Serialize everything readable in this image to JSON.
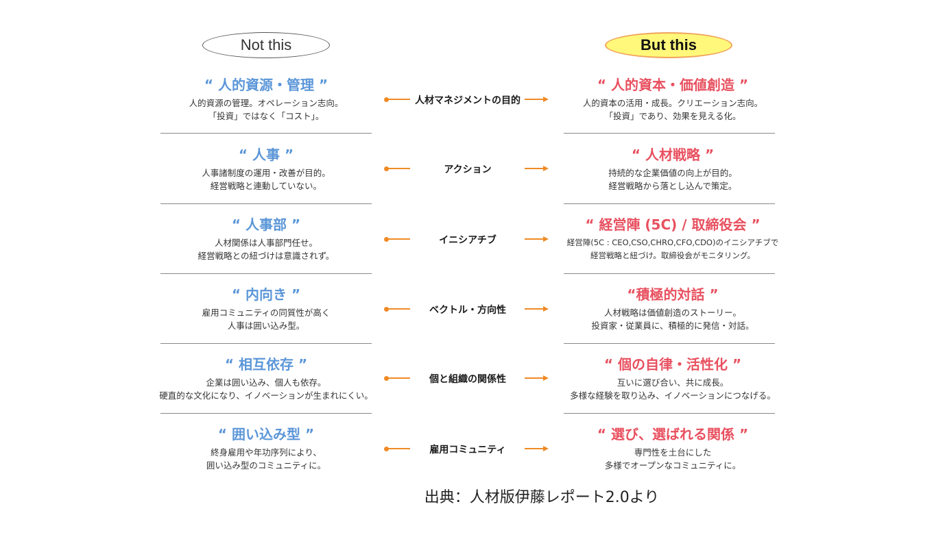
{
  "headers": {
    "left": "Not this",
    "right": "But this"
  },
  "rows": [
    {
      "left_title": "“ 人的資源・管理 ”",
      "left_desc": [
        "人的資源の管理。オペレーション志向。",
        "「投資」ではなく「コスト」。"
      ],
      "label": "人材マネジメントの目的",
      "right_title": "“ 人的資本・価値創造 ”",
      "right_desc": [
        "人的資本の活用・成長。クリエーション志向。",
        "「投資」であり、効果を見える化。"
      ]
    },
    {
      "left_title": "“ 人事 ”",
      "left_desc": [
        "人事諸制度の運用・改善が目的。",
        "経営戦略と連動していない。"
      ],
      "label": "アクション",
      "right_title": "“ 人材戦略 ”",
      "right_desc": [
        "持続的な企業価値の向上が目的。",
        "経営戦略から落とし込んで策定。"
      ]
    },
    {
      "left_title": "“ 人事部 ”",
      "left_desc": [
        "人材関係は人事部門任せ。",
        "経営戦略との紐づけは意識されず。"
      ],
      "label": "イニシアチブ",
      "right_title": "“ 経営陣 (5C) / 取締役会 ”",
      "right_desc": [
        "経営陣(5C : CEO,CSO,CHRO,CFO,CDO)のイニシアチブで",
        "経営戦略と紐づけ。取締役会がモニタリング。"
      ]
    },
    {
      "left_title": "“ 内向き ”",
      "left_desc": [
        "雇用コミュニティの同質性が高く",
        "人事は囲い込み型。"
      ],
      "label": "ベクトル・方向性",
      "right_title": "“積極的対話 ”",
      "right_desc": [
        "人材戦略は価値創造のストーリー。",
        "投資家・従業員に、積極的に発信・対話。"
      ]
    },
    {
      "left_title": "“ 相互依存 ”",
      "left_desc": [
        "企業は囲い込み、個人も依存。",
        "硬直的な文化になり、イノベーションが生まれにくい。"
      ],
      "label": "個と組織の関係性",
      "right_title": "“ 個の自律・活性化 ”",
      "right_desc": [
        "互いに選び合い、共に成長。",
        "多様な経験を取り込み、イノベーションにつなげる。"
      ]
    },
    {
      "left_title": "“ 囲い込み型 ”",
      "left_desc": [
        "終身雇用や年功序列により、",
        "囲い込み型のコミュニティに。"
      ],
      "label": "雇用コミュニティ",
      "right_title": "“ 選び、選ばれる関係 ”",
      "right_desc": [
        "専門性を土台にした",
        "多様でオープンなコミュニティに。"
      ]
    }
  ],
  "source": "出典：人材版伊藤レポート2.0より",
  "colors": {
    "left_title": "#5b96d8",
    "right_title": "#e8505f",
    "connector": "#ef8a25",
    "right_pill_fill": "#fff87a"
  }
}
